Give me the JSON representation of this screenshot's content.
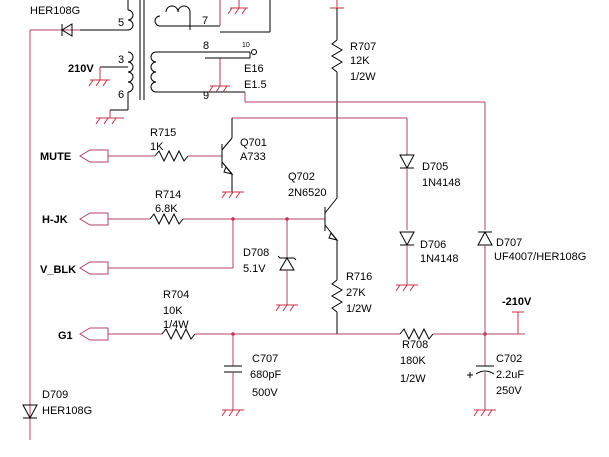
{
  "transformer": {
    "pins": [
      "5",
      "7",
      "3",
      "8",
      "6",
      "9",
      "10"
    ],
    "pin_210": "210V"
  },
  "components": {
    "d_top": {
      "ref": "HER108G"
    },
    "r707": {
      "ref": "R707",
      "value": "12K",
      "rating": "1/2W"
    },
    "e16": {
      "ref": "E16",
      "value": "E1.5"
    },
    "r715": {
      "ref": "R715",
      "value": "1K"
    },
    "q701": {
      "ref": "Q701",
      "part": "A733"
    },
    "q702": {
      "ref": "Q702",
      "part": "2N6520"
    },
    "d705": {
      "ref": "D705",
      "part": "1N4148"
    },
    "r714": {
      "ref": "R714",
      "value": "6.8K"
    },
    "d708": {
      "ref": "D708",
      "value": "5.1V"
    },
    "d706": {
      "ref": "D706",
      "part": "1N4148"
    },
    "d707": {
      "ref": "D707",
      "part": "UF4007/HER108G"
    },
    "r716": {
      "ref": "R716",
      "value": "27K",
      "rating": "1/2W"
    },
    "r704": {
      "ref": "R704",
      "value": "10K",
      "rating": "1/4W"
    },
    "r708": {
      "ref": "R708",
      "value": "180K",
      "rating": "1/2W"
    },
    "c707": {
      "ref": "C707",
      "value": "680pF",
      "rating": "500V"
    },
    "c702": {
      "ref": "C702",
      "value": "2.2uF",
      "rating": "250V"
    },
    "d709": {
      "ref": "D709",
      "part": "HER108G"
    }
  },
  "ports": {
    "mute": "MUTE",
    "hjk": "H-JK",
    "vblk": "V_BLK",
    "g1": "G1",
    "neg210": "-210V"
  }
}
